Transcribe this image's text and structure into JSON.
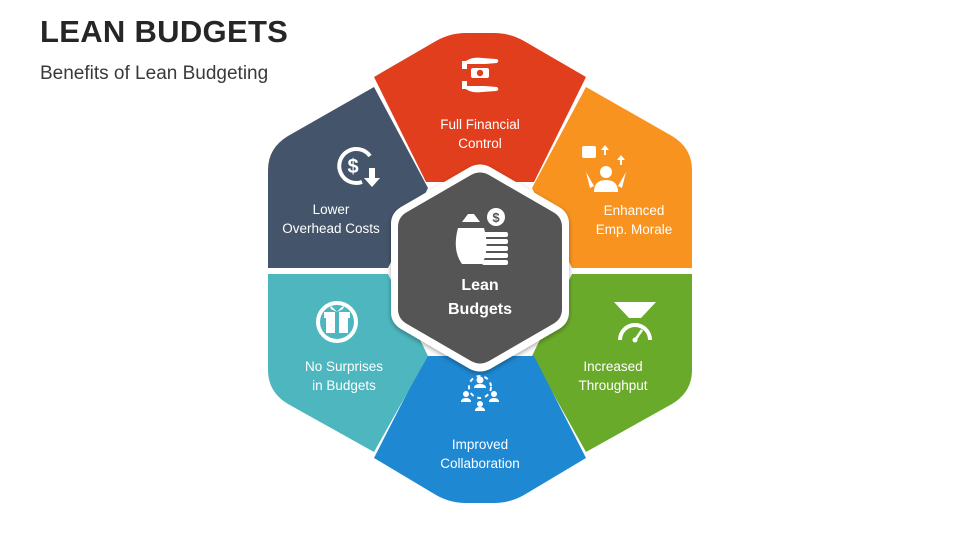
{
  "header": {
    "title": "LEAN BUDGETS",
    "subtitle": "Benefits of Lean Budgeting"
  },
  "center": {
    "label_line1": "Lean",
    "label_line2": "Budgets",
    "icon": "money-bag-coins-icon",
    "color": "#555555"
  },
  "segments": [
    {
      "line1": "Full Financial",
      "line2": "Control",
      "icon": "hands-money-icon",
      "color": "#E03E1C"
    },
    {
      "line1": "Enhanced",
      "line2": "Emp. Morale",
      "icon": "employee-cheer-icon",
      "color": "#F7931E"
    },
    {
      "line1": "Increased",
      "line2": "Throughput",
      "icon": "funnel-gauge-icon",
      "color": "#6AAA2A"
    },
    {
      "line1": "Improved",
      "line2": "Collaboration",
      "icon": "team-network-icon",
      "color": "#1E88D2"
    },
    {
      "line1": "No Surprises",
      "line2": "in Budgets",
      "icon": "gift-box-icon",
      "color": "#4DB6BE"
    },
    {
      "line1": "Lower",
      "line2": "Overhead Costs",
      "icon": "dollar-down-icon",
      "color": "#44546A"
    }
  ]
}
